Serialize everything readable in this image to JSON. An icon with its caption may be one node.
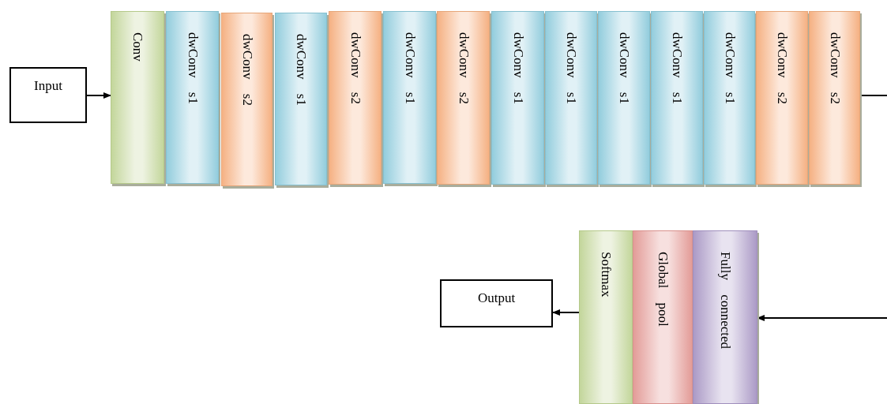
{
  "diagram": {
    "nodes": [
      {
        "text": [
          "Input"
        ]
      },
      {
        "text": [
          "Conv"
        ]
      },
      {
        "text": [
          "dwConv s1"
        ]
      },
      {
        "text": [
          "dwConv s2"
        ]
      },
      {
        "text": [
          "dwConv s1"
        ]
      },
      {
        "text": [
          "dwConv s2"
        ]
      },
      {
        "text": [
          "dwConv s1"
        ]
      },
      {
        "text": [
          "dwConv s2"
        ]
      },
      {
        "text": [
          "dwConv s1"
        ]
      },
      {
        "text": [
          "dwConv s1"
        ]
      },
      {
        "text": [
          "dwConv s1"
        ]
      },
      {
        "text": [
          "dwConv s1"
        ]
      },
      {
        "text": [
          "dwConv s1"
        ]
      },
      {
        "text": [
          "dwConv s2"
        ]
      },
      {
        "text": [
          "dwConv s2"
        ]
      },
      {
        "text": [
          "Output"
        ]
      },
      {
        "text": [
          "Softmax"
        ]
      },
      {
        "text": [
          "Global pool"
        ]
      },
      {
        "text": [
          "Fully connected"
        ]
      }
    ],
    "edges": [
      {
        "from": 0,
        "to": 1,
        "arrow": "to"
      },
      {
        "from": 14,
        "to": null,
        "arrow": "none"
      },
      {
        "from": null,
        "to": 18,
        "arrow": "to"
      },
      {
        "from": 16,
        "to": 15,
        "arrow": "to"
      }
    ]
  }
}
